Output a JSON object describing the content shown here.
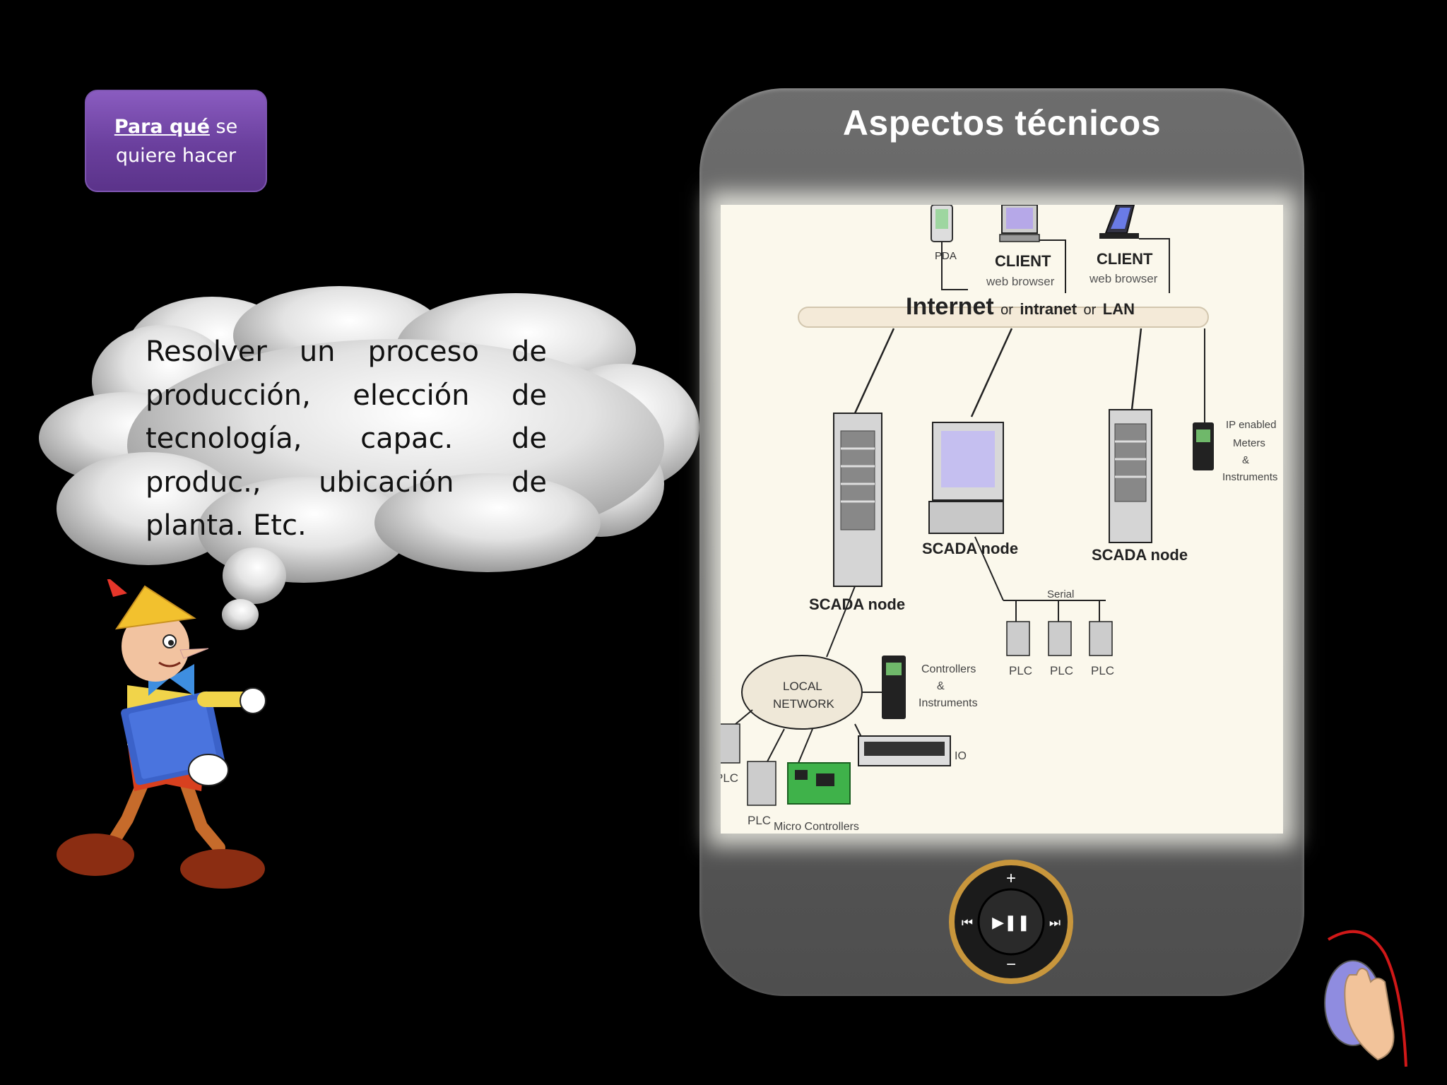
{
  "slide": {
    "tag_bold": "Para qué",
    "tag_rest": "se",
    "tag_line2": "quiere hacer",
    "speech": "Resolver un proceso de producción, elección de tecnología, capac. de produc., ubicación de planta. Etc.",
    "device_title": "Aspectos técnicos"
  },
  "diagram": {
    "pda": "PDA",
    "client1": "CLIENT",
    "client1_sub": "web browser",
    "client2": "CLIENT",
    "client2_sub": "web browser",
    "internet_main": "Internet",
    "internet_or1": "or",
    "internet_intranet": "intranet",
    "internet_or2": "or",
    "internet_lan": "LAN",
    "ip_line1": "IP enabled",
    "ip_line2": "Meters",
    "ip_line3": "&",
    "ip_line4": "Instruments",
    "scada_left": "SCADA node",
    "scada_center": "SCADA node",
    "scada_right": "SCADA node",
    "serial": "Serial",
    "plc1": "PLC",
    "plc2": "PLC",
    "plc3": "PLC",
    "local_line1": "LOCAL",
    "local_line2": "NETWORK",
    "controllers_line1": "Controllers",
    "controllers_line2": "&",
    "controllers_line3": "Instruments",
    "io_label": "IO",
    "plc_left_cut": "PLC",
    "plc_bottom": "PLC",
    "micro": "Micro Controllers"
  },
  "controls": {
    "plus": "+",
    "minus": "−",
    "prev": "⏮",
    "next": "⏭",
    "play_pause": "▶❚❚"
  },
  "colors": {
    "background": "#000000",
    "tag_purple": "#6a3f9d",
    "device_gray": "#5e5e5e",
    "screen_bg": "#fbf8ec",
    "wheel_ring": "#c8963c"
  }
}
